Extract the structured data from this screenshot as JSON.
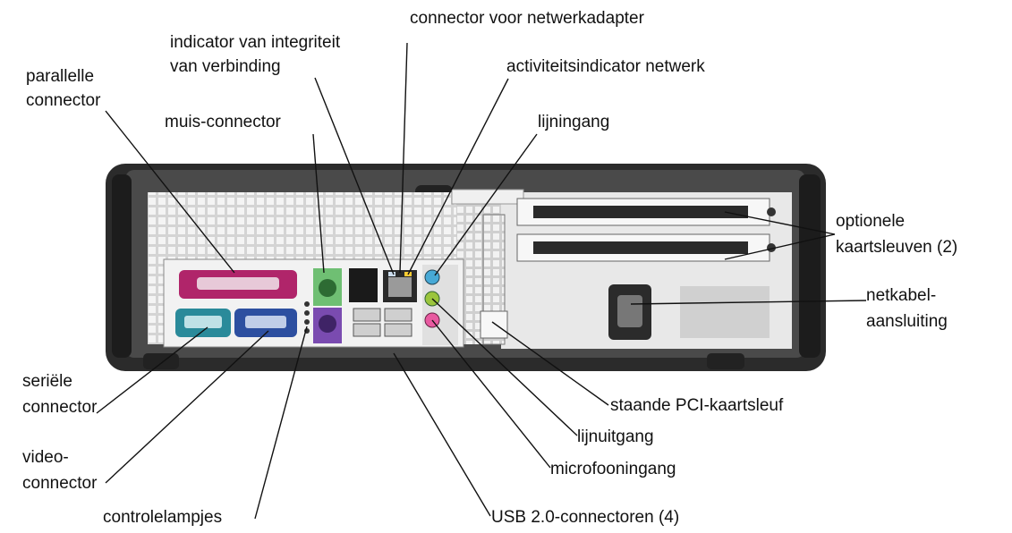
{
  "labels": {
    "network_adapter": "connector voor netwerkadapter",
    "link_integrity_1": "indicator van integriteit",
    "link_integrity_2": "van verbinding",
    "network_activity": "activiteitsindicator netwerk",
    "parallel_1": "parallelle",
    "parallel_2": "connector",
    "mouse": "muis-connector",
    "line_in": "lijningang",
    "optional_slots_1": "optionele",
    "optional_slots_2": "kaartsleuven (2)",
    "power_1": "netkabel-",
    "power_2": "aansluiting",
    "serial_1": "seriële",
    "serial_2": "connector",
    "pci_slot": "staande PCI-kaartsleuf",
    "line_out": "lijnuitgang",
    "video_1": "video-",
    "video_2": "connector",
    "microphone": "microfooningang",
    "diagnostic": "controlelampjes",
    "usb": "USB 2.0-connectoren (4)"
  },
  "colors": {
    "chassis": "#3a3a3a",
    "panel_gray": "#e6e6e6",
    "parallel": "#b0256a",
    "serial_video": "#2a8a9a",
    "mouse": "#6fbf73",
    "keyboard": "#7a4bb0",
    "line_in": "#47a9d6",
    "line_out": "#9bc53d",
    "mic": "#e85aa0"
  }
}
